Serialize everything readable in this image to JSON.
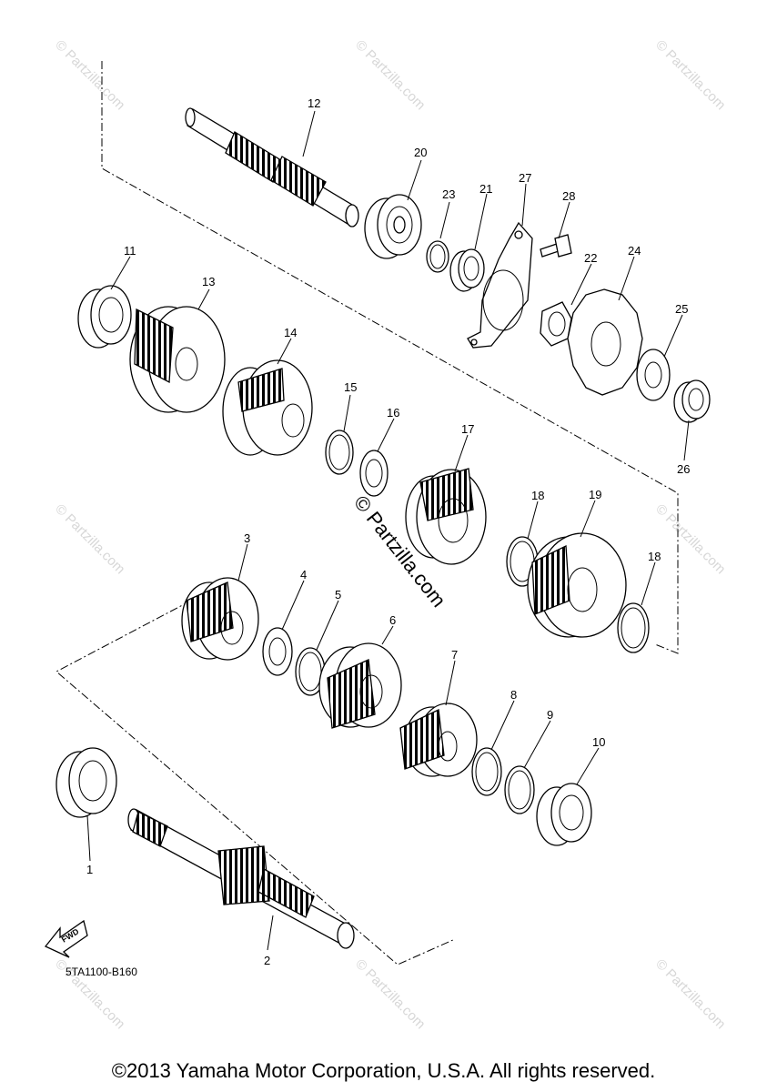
{
  "watermark_text": "© Partzilla.com",
  "center_watermark_text": "© Partzilla.com",
  "diagram_code": "5TA1100-B160",
  "fwd_label": "FWD",
  "copyright": "©2013 Yamaha Motor Corporation, U.S.A. All rights reserved.",
  "callouts": {
    "p1": "1",
    "p2": "2",
    "p3": "3",
    "p4": "4",
    "p5": "5",
    "p6": "6",
    "p7": "7",
    "p8": "8",
    "p9": "9",
    "p10": "10",
    "p11": "11",
    "p12": "12",
    "p13": "13",
    "p14": "14",
    "p15": "15",
    "p16": "16",
    "p17": "17",
    "p18a": "18",
    "p18b": "18",
    "p19": "19",
    "p20": "20",
    "p21": "21",
    "p22": "22",
    "p23": "23",
    "p24": "24",
    "p25": "25",
    "p26": "26",
    "p27": "27",
    "p28": "28"
  }
}
